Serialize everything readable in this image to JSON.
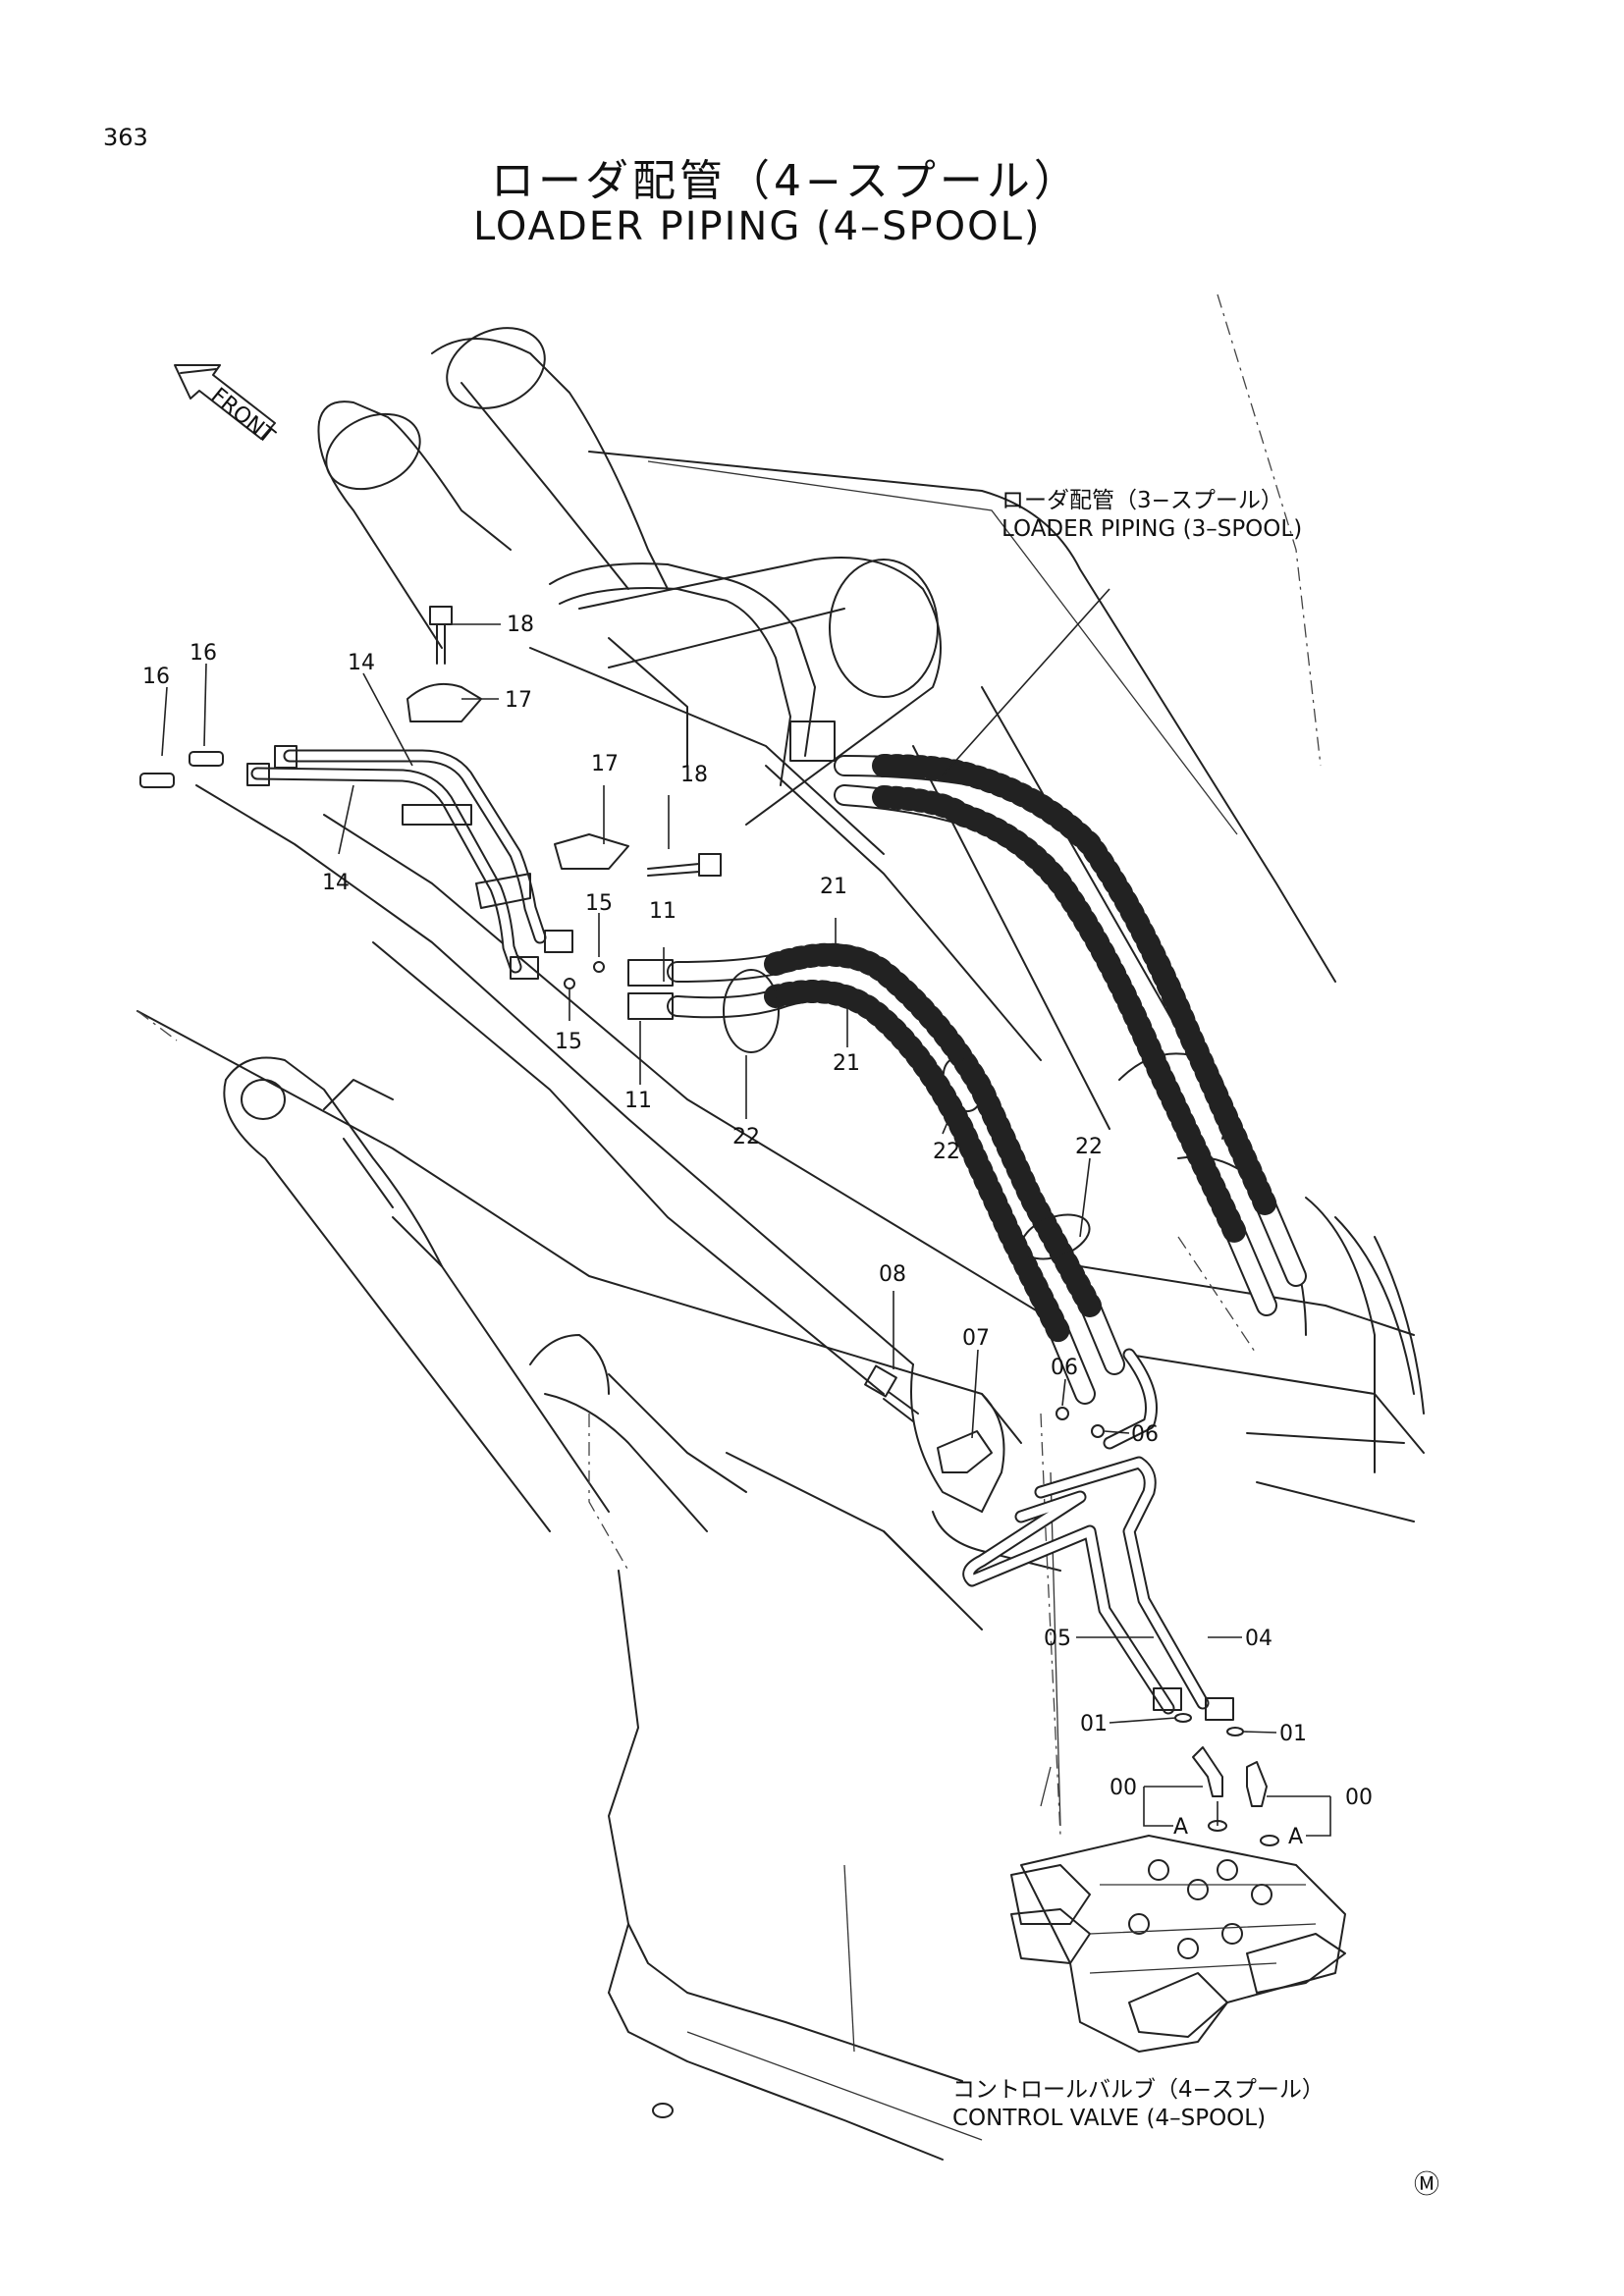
{
  "page_number": "363",
  "title_ja": "ローダ配管（4−スプール）",
  "title_en": "LOADER PIPING (4–SPOOL)",
  "front_arrow": "FRONT",
  "notes": {
    "loader_3spool_ja": "ローダ配管（3−スプール）",
    "loader_3spool_en": "LOADER PIPING (3–SPOOL)",
    "control_valve_ja": "コントロールバルブ（4−スプール）",
    "control_valve_en": "CONTROL VALVE (4–SPOOL)"
  },
  "corner_mark": "Ⓜ",
  "part_labels": {
    "p00_left": "00",
    "p00_right": "00",
    "p01_left": "01",
    "p01_right": "01",
    "p04": "04",
    "p05": "05",
    "p06_top": "06",
    "p06_right": "06",
    "p07": "07",
    "p08": "08",
    "p11_top": "11",
    "p11_bottom": "11",
    "p14_top": "14",
    "p14_bottom": "14",
    "p15_top": "15",
    "p15_bottom": "15",
    "p16_left": "16",
    "p16_right": "16",
    "p17_right": "17",
    "p17_mid": "17",
    "p18_top": "18",
    "p18_mid": "18",
    "p21_top": "21",
    "p21_bottom": "21",
    "p22_left": "22",
    "p22_mid": "22",
    "p22_right": "22",
    "a_left": "A",
    "a_right": "A"
  }
}
